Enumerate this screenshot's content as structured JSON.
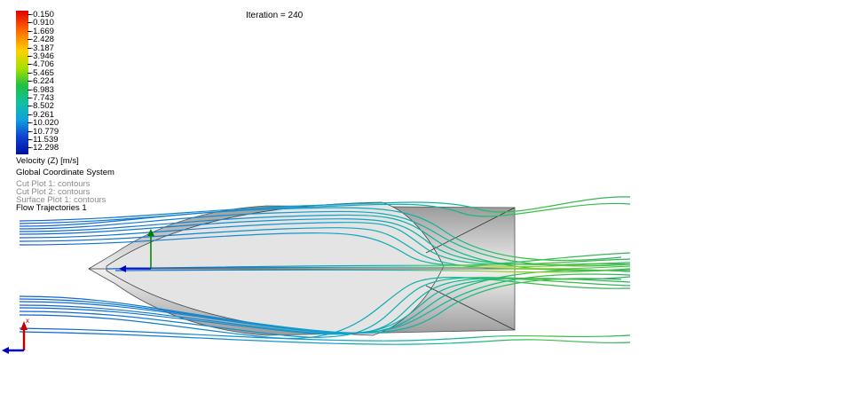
{
  "iteration_label": "Iteration = 240",
  "legend": {
    "ticks": [
      "-0.150",
      "-0.910",
      "-1.669",
      "-2.428",
      "-3.187",
      "-3.946",
      "-4.706",
      "-5.465",
      "-6.224",
      "-6.983",
      "-7.743",
      "-8.502",
      "-9.261",
      "-10.020",
      "-10.779",
      "-11.539",
      "-12.298"
    ],
    "title": "Velocity (Z) [m/s]",
    "coordinate_system": "Global Coordinate System",
    "plots": [
      "Cut Plot 1: contours",
      "Cut Plot 2: contours",
      "Surface Plot 1: contours"
    ],
    "active_plot": "Flow Trajectories 1"
  },
  "triad": {
    "axis_label": "x"
  },
  "colors": {
    "body": "#bdbdbd",
    "axis_red": "#c00000",
    "axis_green": "#008000",
    "axis_blue": "#0000c0"
  }
}
